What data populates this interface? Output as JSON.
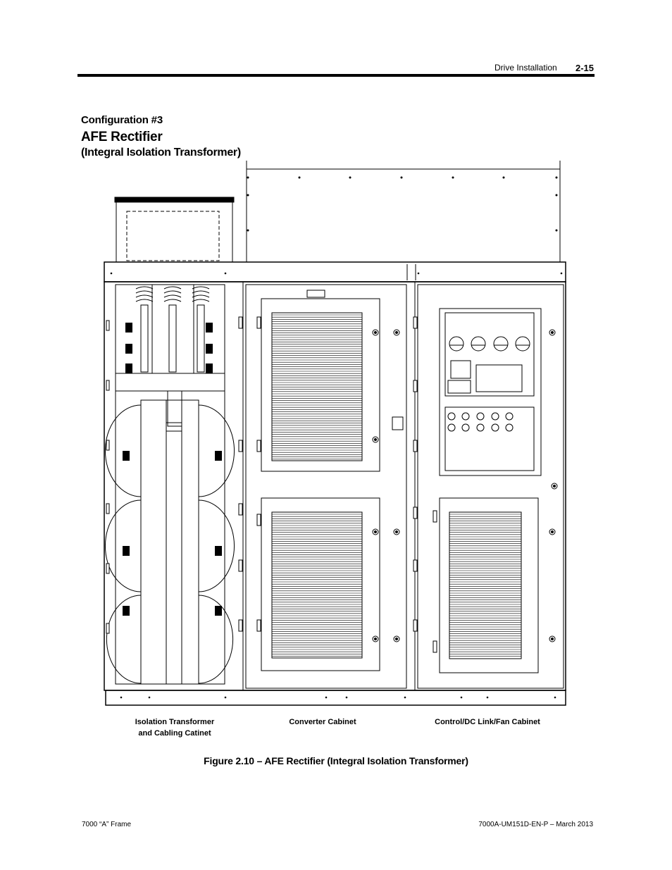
{
  "header": {
    "section": "Drive Installation",
    "page": "2-15"
  },
  "config_label": "Configuration #3",
  "title": "AFE Rectifier",
  "subtitle": "(Integral Isolation Transformer)",
  "drawing": {
    "captions": {
      "isolation_line1": "Isolation Transformer",
      "isolation_line2": "and Cabling Catinet",
      "converter": "Converter Cabinet",
      "control": "Control/DC Link/Fan Cabinet"
    }
  },
  "figure_caption": "Figure 2.10 – AFE Rectifier (Integral Isolation Transformer)",
  "footer": {
    "left": "7000 “A” Frame",
    "right": "7000A-UM151D-EN-P – March 2013"
  }
}
